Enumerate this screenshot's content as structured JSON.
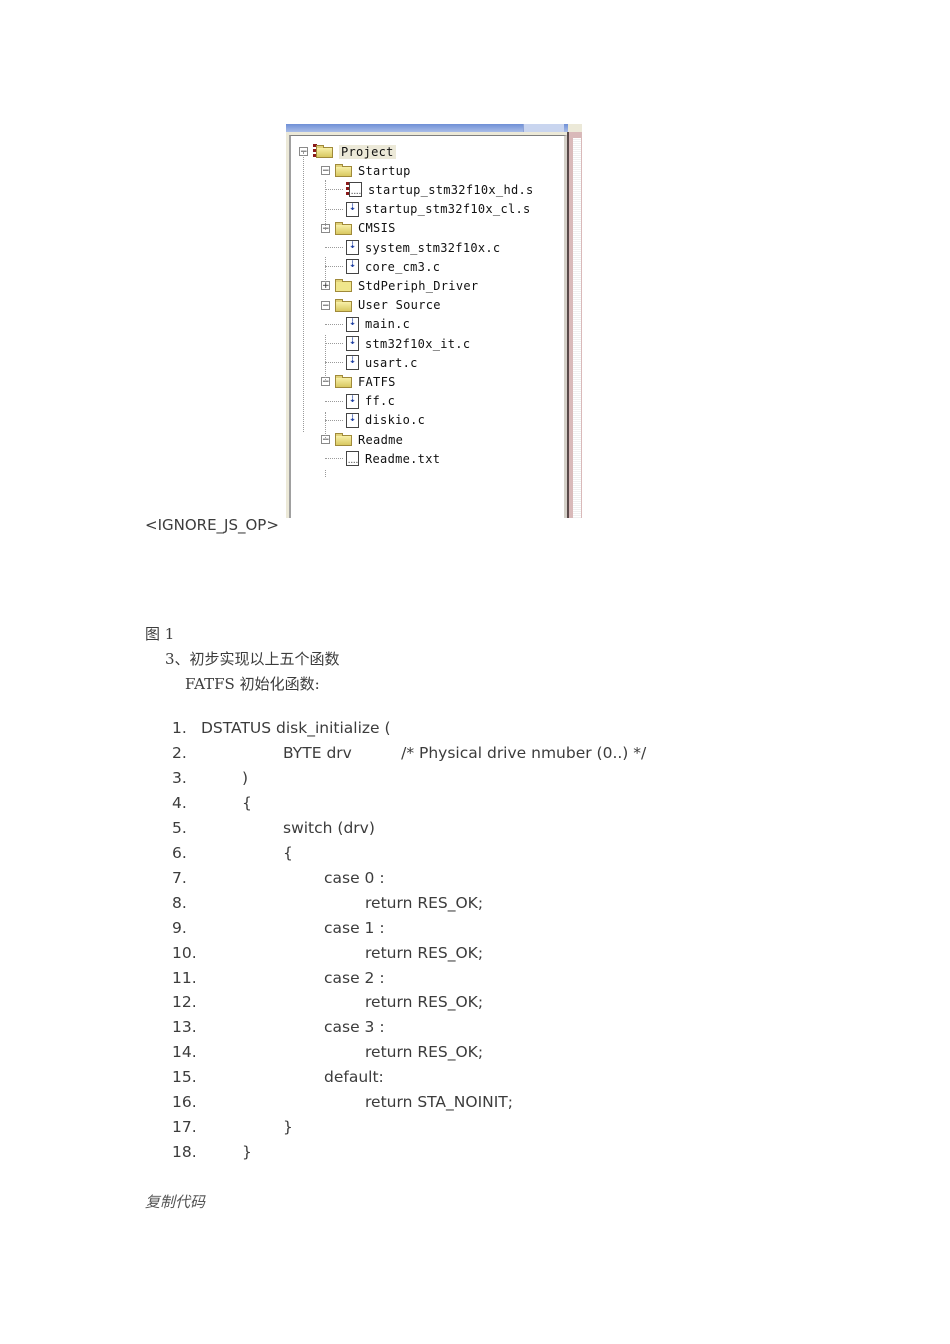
{
  "screenshot": {
    "tree": [
      {
        "label": "Project",
        "type": "folder",
        "expander": "−",
        "level": 0,
        "marked": true,
        "highlight": true
      },
      {
        "label": "Startup",
        "type": "folder",
        "expander": "−",
        "level": 1
      },
      {
        "label": "startup_stm32f10x_hd.s",
        "type": "file-plain",
        "level": 2,
        "marked": true
      },
      {
        "label": "startup_stm32f10x_cl.s",
        "type": "file",
        "level": 2
      },
      {
        "label": "CMSIS",
        "type": "folder",
        "expander": "−",
        "level": 1
      },
      {
        "label": "system_stm32f10x.c",
        "type": "file",
        "level": 2
      },
      {
        "label": "core_cm3.c",
        "type": "file",
        "level": 2
      },
      {
        "label": "StdPeriph_Driver",
        "type": "folder-closed",
        "expander": "+",
        "level": 1
      },
      {
        "label": "User Source",
        "type": "folder",
        "expander": "−",
        "level": 1
      },
      {
        "label": "main.c",
        "type": "file",
        "level": 2
      },
      {
        "label": "stm32f10x_it.c",
        "type": "file",
        "level": 2
      },
      {
        "label": "usart.c",
        "type": "file",
        "level": 2
      },
      {
        "label": "FATFS",
        "type": "folder",
        "expander": "−",
        "level": 1
      },
      {
        "label": "ff.c",
        "type": "file",
        "level": 2
      },
      {
        "label": "diskio.c",
        "type": "file",
        "level": 2
      },
      {
        "label": "Readme",
        "type": "folder",
        "expander": "−",
        "level": 1
      },
      {
        "label": "Readme.txt",
        "type": "file-plain",
        "level": 2
      }
    ]
  },
  "doc": {
    "ignore_tag": "<IGNORE_JS_OP>",
    "figure_caption": "图 1",
    "section_heading": "3、初步实现以上五个函数",
    "subheading": "FATFS 初始化函数:",
    "copy_code": "复制代码"
  },
  "code": [
    {
      "num": "1.",
      "indent": 0,
      "text": "DSTATUS disk_initialize ("
    },
    {
      "num": "2.",
      "indent": 2,
      "text": "BYTE drv          /* Physical drive nmuber (0..) */"
    },
    {
      "num": "3.",
      "indent": 1,
      "text": ")"
    },
    {
      "num": "4.",
      "indent": 1,
      "text": "{"
    },
    {
      "num": "5.",
      "indent": 2,
      "text": "switch (drv)"
    },
    {
      "num": "6.",
      "indent": 2,
      "text": "{"
    },
    {
      "num": "7.",
      "indent": 3,
      "text": "case 0 :"
    },
    {
      "num": "8.",
      "indent": 4,
      "text": "return RES_OK;"
    },
    {
      "num": "9.",
      "indent": 3,
      "text": "case 1 :"
    },
    {
      "num": "10.",
      "indent": 4,
      "text": "return RES_OK;"
    },
    {
      "num": "11.",
      "indent": 3,
      "text": "case 2 :"
    },
    {
      "num": "12.",
      "indent": 4,
      "text": "return RES_OK;"
    },
    {
      "num": "13.",
      "indent": 3,
      "text": "case 3 :"
    },
    {
      "num": "14.",
      "indent": 4,
      "text": "return RES_OK;"
    },
    {
      "num": "15.",
      "indent": 3,
      "text": "default:"
    },
    {
      "num": "16.",
      "indent": 4,
      "text": "return STA_NOINIT;"
    },
    {
      "num": "17.",
      "indent": 2,
      "text": "}"
    },
    {
      "num": "18.",
      "indent": 1,
      "text": "}"
    }
  ]
}
